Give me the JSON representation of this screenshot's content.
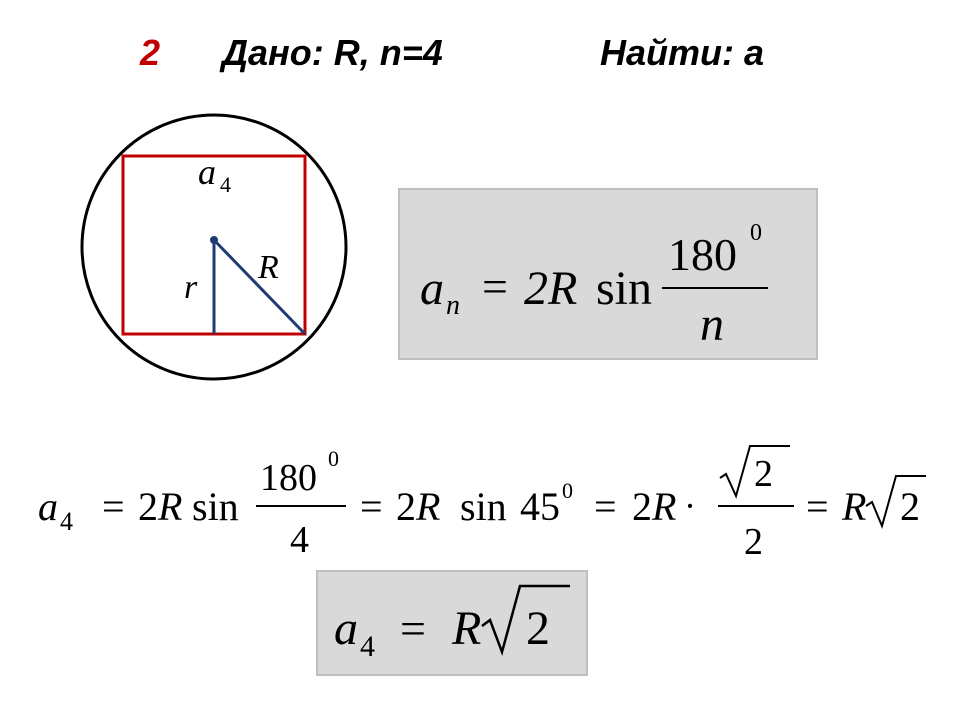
{
  "title": {
    "number": "2",
    "given": "Дано: R,  n=4",
    "find": "Найти: а"
  },
  "figure": {
    "side_label": "a",
    "side_sub": "4",
    "radius_label": "R",
    "inradius_label": "r"
  },
  "general_formula": {
    "lhs": "a",
    "lhs_sub": "n",
    "equals": "=",
    "coef": "2R",
    "func": "sin",
    "numerator": "180",
    "degree": "0",
    "denominator": "n"
  },
  "calculation": {
    "lhs": "a",
    "lhs_sub": "4",
    "eq1": "=",
    "coef1": "2",
    "r1": "R",
    "sin1": "sin",
    "num": "180",
    "deg1": "0",
    "den": "4",
    "eq2": "=",
    "coef2": "2",
    "r2": "R",
    "sin2": "sin",
    "angle": "45",
    "deg2": "0",
    "eq3": "=",
    "coef3": "2",
    "r3": "R",
    "dot": "·",
    "frac_num": "2",
    "frac_den": "2",
    "eq4": "=",
    "r4": "R",
    "result_rad": "2"
  },
  "answer": {
    "lhs": "a",
    "lhs_sub": "4",
    "equals": "=",
    "r": "R",
    "radicand": "2"
  },
  "colors": {
    "square": "#c00000",
    "radius": "#1f3b73",
    "box_bg": "#d9d9d9",
    "box_border": "#bfbfbf",
    "number": "#c00000"
  }
}
